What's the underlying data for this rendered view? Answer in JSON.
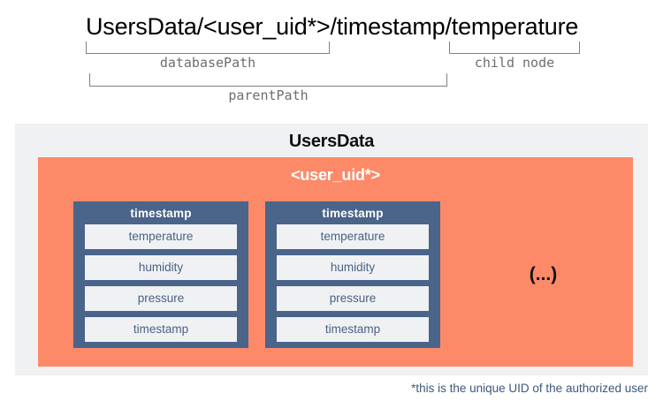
{
  "path_expression": {
    "full": "UsersData/<user_uid*>/timestamp/temperature",
    "segments": [
      "UsersData/<user_uid*>",
      "/timestamp",
      "/temperature"
    ]
  },
  "annotations": {
    "database_path_label": "databasePath",
    "child_node_label": "child node",
    "parent_path_label": "parentPath"
  },
  "diagram": {
    "root_title": "UsersData",
    "user_node_title": "<user_uid*>",
    "ellipsis": "(...)",
    "columns": [
      {
        "header": "timestamp",
        "fields": [
          "temperature",
          "humidity",
          "pressure",
          "timestamp"
        ]
      },
      {
        "header": "timestamp",
        "fields": [
          "temperature",
          "humidity",
          "pressure",
          "timestamp"
        ]
      }
    ]
  },
  "footnote": "*this is the unique UID of the authorized user",
  "colors": {
    "panel_grey": "#f0f1f3",
    "user_orange": "#fc8a68",
    "node_slate": "#4a648a",
    "field_text": "#4a6285",
    "bracket_grey": "#808080",
    "footnote_blue": "#3c5878"
  }
}
